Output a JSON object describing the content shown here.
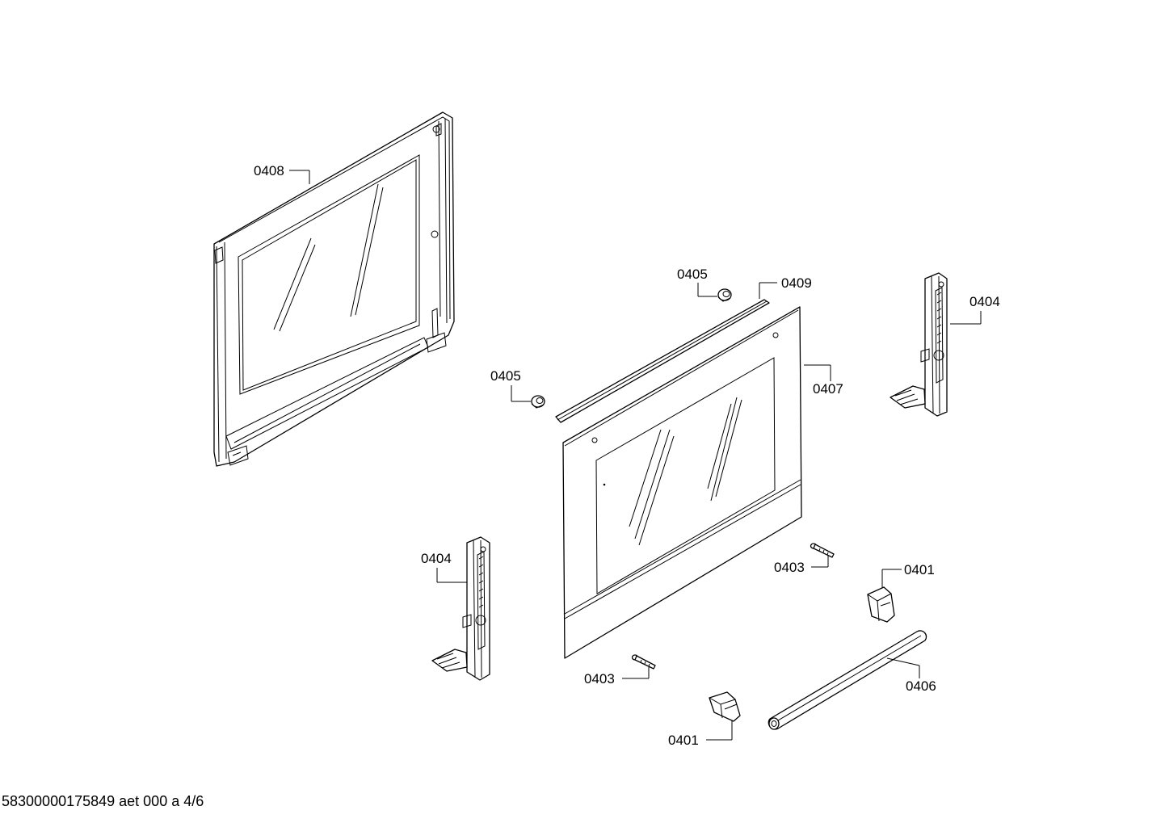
{
  "labels": {
    "l0408": "0408",
    "l0405a": "0405",
    "l0409": "0409",
    "l0404a": "0404",
    "l0405b": "0405",
    "l0407": "0407",
    "l0404b": "0404",
    "l0403a": "0403",
    "l0401a": "0401",
    "l0406": "0406",
    "l0403b": "0403",
    "l0401b": "0401"
  },
  "footer": {
    "code": "58300000175849 aet 000 a 4/6"
  }
}
